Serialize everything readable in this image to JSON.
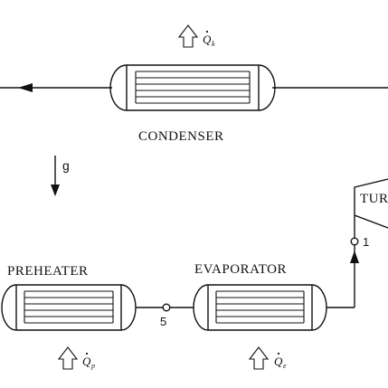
{
  "components": {
    "condenser": {
      "label": "CONDENSER",
      "heat_symbol": "Q",
      "heat_subscript": "k"
    },
    "preheater": {
      "label": "PREHEATER",
      "heat_symbol": "Q",
      "heat_subscript": "p"
    },
    "evaporator": {
      "label": "EVAPORATOR",
      "heat_symbol": "Q",
      "heat_subscript": "e"
    },
    "turbine": {
      "label": "TUR"
    }
  },
  "gravity": {
    "label": "g"
  },
  "nodes": {
    "n1": "1",
    "n5": "5"
  }
}
